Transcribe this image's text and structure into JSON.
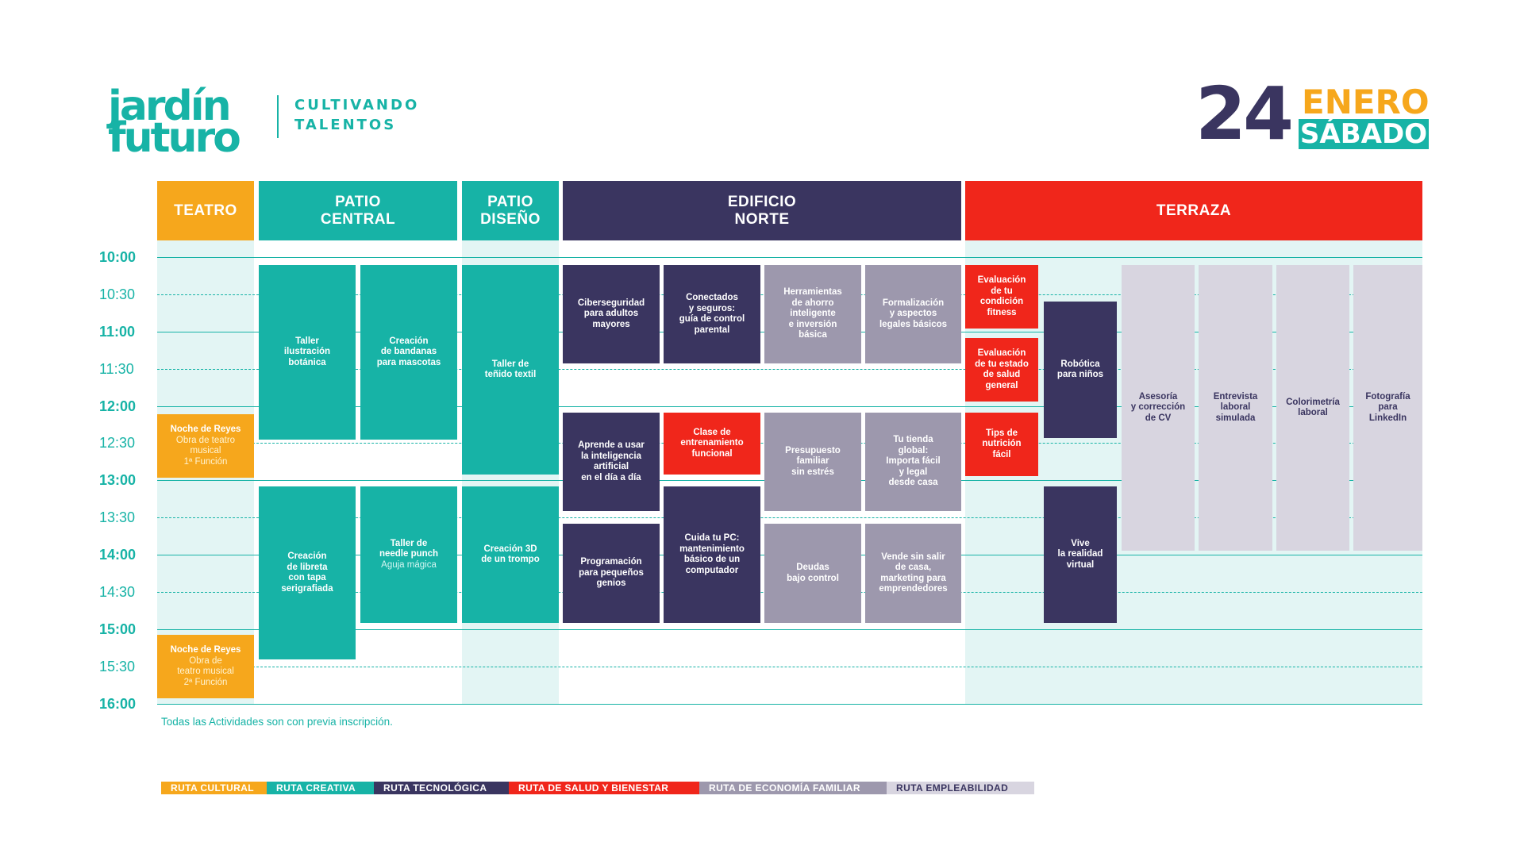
{
  "header": {
    "logo_line1": "jardín",
    "logo_line2": "futuro",
    "tagline_1": "CULTIVANDO",
    "tagline_2": "TALENTOS",
    "day_number": "24",
    "month": "ENERO",
    "weekday": "SÁBADO"
  },
  "columns": [
    {
      "id": "teatro",
      "label": "TEATRO",
      "color": "#f6a71c"
    },
    {
      "id": "patio-central",
      "label": "PATIO\nCENTRAL",
      "color": "#17b3a6"
    },
    {
      "id": "patio-diseno",
      "label": "PATIO\nDISEÑO",
      "color": "#17b3a6"
    },
    {
      "id": "edificio-norte",
      "label": "EDIFICIO\nNORTE",
      "color": "#3a3560"
    },
    {
      "id": "terraza",
      "label": "TERRAZA",
      "color": "#f0261b"
    }
  ],
  "times": [
    "10:00",
    "10:30",
    "11:00",
    "11:30",
    "12:00",
    "12:30",
    "13:00",
    "13:30",
    "14:00",
    "14:30",
    "15:00",
    "15:30",
    "16:00"
  ],
  "events": [
    {
      "title": "Noche de Reyes",
      "sub": "Obra de teatro\nmusical\n1ª Función",
      "route": "cultural"
    },
    {
      "title": "Noche de Reyes",
      "sub": "Obra de\nteatro musical\n2ª Función",
      "route": "cultural"
    },
    {
      "title": "Taller\nilustración\nbotánica",
      "route": "creativa"
    },
    {
      "title": "Creación\nde bandanas\npara mascotas",
      "route": "creativa"
    },
    {
      "title": "Creación\nde libreta\ncon tapa\nserigrafiada",
      "route": "creativa"
    },
    {
      "title": "Taller de\nneedle punch",
      "sub": "Aguja mágica",
      "route": "creativa"
    },
    {
      "title": "Taller de\nteñido textil",
      "route": "creativa"
    },
    {
      "title": "Creación 3D\nde un trompo",
      "route": "creativa"
    },
    {
      "title": "Ciberseguridad\npara adultos\nmayores",
      "route": "tecnologica"
    },
    {
      "title": "Conectados\ny seguros:\nguía de control\nparental",
      "route": "tecnologica"
    },
    {
      "title": "Herramientas\nde ahorro\ninteligente\ne inversión\nbásica",
      "route": "economia"
    },
    {
      "title": "Formalización\ny aspectos\nlegales básicos",
      "route": "economia"
    },
    {
      "title": "Aprende a usar\nla inteligencia\nartificial\nen el día a día",
      "route": "tecnologica"
    },
    {
      "title": "Clase de\nentrenamiento\nfuncional",
      "route": "salud"
    },
    {
      "title": "Presupuesto\nfamiliar\nsin estrés",
      "route": "economia"
    },
    {
      "title": "Tu tienda\nglobal:\nImporta fácil\ny legal\ndesde casa",
      "route": "economia"
    },
    {
      "title": "Cuida tu PC:\nmantenimiento\nbásico de un\ncomputador",
      "route": "tecnologica"
    },
    {
      "title": "Programación\npara pequeños\ngenios",
      "route": "tecnologica"
    },
    {
      "title": "Deudas\nbajo control",
      "route": "economia"
    },
    {
      "title": "Vende sin salir\nde casa,\nmarketing para\nemprendedores",
      "route": "economia"
    },
    {
      "title": "Evaluación\nde tu\ncondición\nfitness",
      "route": "salud"
    },
    {
      "title": "Evaluación\nde tu estado\nde salud\ngeneral",
      "route": "salud"
    },
    {
      "title": "Tips de\nnutrición\nfácil",
      "route": "salud"
    },
    {
      "title": "Robótica\npara niños",
      "route": "tecnologica"
    },
    {
      "title": "Vive\nla realidad\nvirtual",
      "route": "tecnologica"
    },
    {
      "title": "Asesoría\ny corrección\nde CV",
      "route": "empleabilidad"
    },
    {
      "title": "Entrevista\nlaboral\nsimulada",
      "route": "empleabilidad"
    },
    {
      "title": "Colorimetría\nlaboral",
      "route": "empleabilidad"
    },
    {
      "title": "Fotografía\npara\nLinkedIn",
      "route": "empleabilidad"
    }
  ],
  "footer_note": "Todas las Actividades son con previa inscripción.",
  "legend": [
    {
      "label": "RUTA CULTURAL",
      "color": "#f6a71c"
    },
    {
      "label": "RUTA CREATIVA",
      "color": "#17b3a6"
    },
    {
      "label": "RUTA TECNOLÓGICA",
      "color": "#3a3560"
    },
    {
      "label": "RUTA DE SALUD Y BIENESTAR",
      "color": "#f0261b"
    },
    {
      "label": "RUTA DE ECONOMÍA FAMILIAR",
      "color": "#9d98ad"
    },
    {
      "label": "RUTA EMPLEABILIDAD",
      "color": "#d8d5e0"
    }
  ]
}
